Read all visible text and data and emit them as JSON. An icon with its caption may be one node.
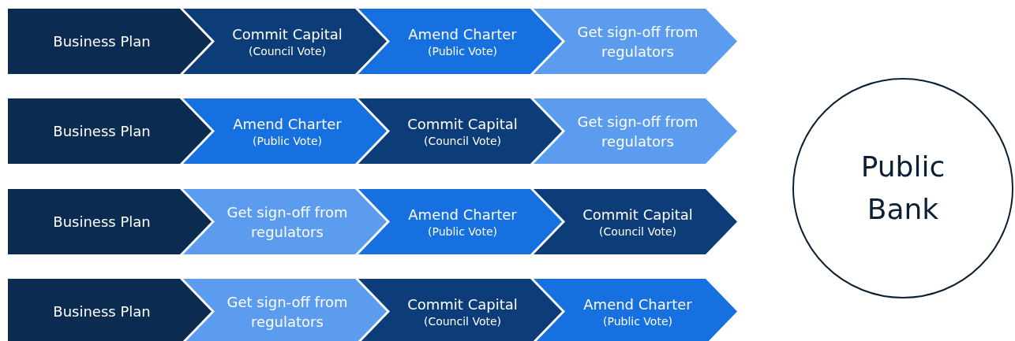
{
  "diagram": {
    "nodes": [
      {
        "text": [
          "Business Plan"
        ]
      },
      {
        "text": [
          "Commit Capital",
          "(Council Vote)"
        ]
      },
      {
        "text": [
          "Amend Charter",
          "(Public Vote)"
        ]
      },
      {
        "text": [
          "Get sign-off from regulators"
        ]
      },
      {
        "text": [
          "Business Plan"
        ]
      },
      {
        "text": [
          "Amend Charter",
          "(Public Vote)"
        ]
      },
      {
        "text": [
          "Commit Capital",
          "(Council Vote)"
        ]
      },
      {
        "text": [
          "Get sign-off from regulators"
        ]
      },
      {
        "text": [
          "Business Plan"
        ]
      },
      {
        "text": [
          "Get sign-off from regulators"
        ]
      },
      {
        "text": [
          "Amend Charter",
          "(Public Vote)"
        ]
      },
      {
        "text": [
          "Commit Capital",
          "(Council Vote)"
        ]
      },
      {
        "text": [
          "Business Plan"
        ]
      },
      {
        "text": [
          "Get sign-off from regulators"
        ]
      },
      {
        "text": [
          "Commit Capital",
          "(Council Vote)"
        ]
      },
      {
        "text": [
          "Amend Charter",
          "(Public Vote)"
        ]
      },
      {
        "text": [
          "Public Bank"
        ]
      }
    ]
  }
}
